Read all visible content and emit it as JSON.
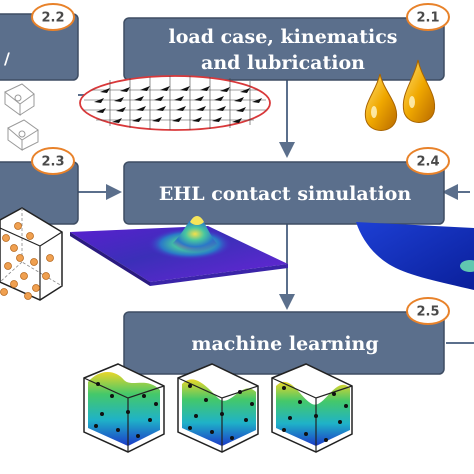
{
  "boxes": {
    "load_case": {
      "line1": "load case, kinematics",
      "line2": "and lubrication",
      "number": "2.1"
    },
    "box_22": {
      "number": "2.2"
    },
    "box_23": {
      "number": "2.3"
    },
    "ehl": {
      "label": "EHL contact simulation",
      "number": "2.4"
    },
    "ml": {
      "label": "machine learning",
      "number": "2.5"
    }
  },
  "colors": {
    "box_fill": "#5b6f8c",
    "box_stroke": "#3e4d63",
    "badge_stroke": "#e8822a",
    "arrow": "#5b6f8c",
    "oil": "#e6a800",
    "ellipse": "#d9383a"
  }
}
